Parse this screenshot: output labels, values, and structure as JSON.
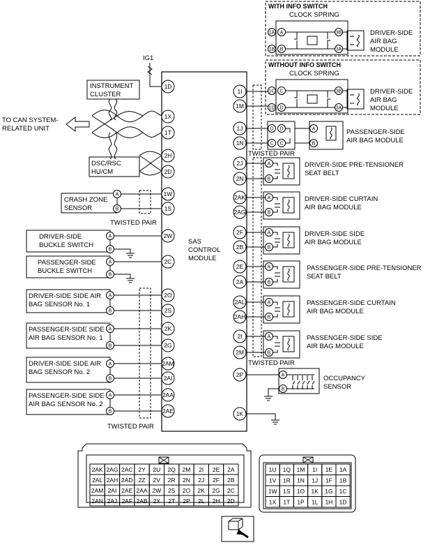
{
  "module": {
    "lines": [
      "SAS",
      "CONTROL",
      "MODULE"
    ]
  },
  "ig1": "IG1",
  "can_unit": {
    "lines": [
      "TO CAN SYSTEM-",
      "RELATED UNIT"
    ]
  },
  "instrument_cluster": {
    "lines": [
      "INSTRUMENT",
      "CLUSTER"
    ]
  },
  "dsc": {
    "lines": [
      "DSC/RSC",
      "HU/CM"
    ]
  },
  "twisted_pair": "TWISTED PAIR",
  "left_pins": [
    "1D",
    "1X",
    "1T",
    "2H",
    "2D",
    "1W",
    "1S",
    "2W",
    "2C",
    "2O",
    "2S",
    "2K",
    "2G",
    "2AM",
    "2AI",
    "2AA",
    "2AE"
  ],
  "right_pins": [
    "1I",
    "1M",
    "1J",
    "1N",
    "2J",
    "2N",
    "2AK",
    "2AG",
    "2F",
    "2B",
    "2E",
    "2A",
    "2AL",
    "2AH",
    "2I",
    "2M",
    "2P",
    "1K"
  ],
  "left_components": [
    {
      "lines": [
        "CRASH ZONE",
        "SENSOR"
      ]
    },
    {
      "lines": [
        "DRIVER-SIDE",
        "BUCKLE SWITCH"
      ]
    },
    {
      "lines": [
        "PASSENGER-SIDE",
        "BUCKLE SWITCH"
      ]
    },
    {
      "lines": [
        "DRIVER-SIDE SIDE AIR",
        "BAG SENSOR No. 1"
      ]
    },
    {
      "lines": [
        "PASSENGER-SIDE SIDE",
        "AIR BAG SENSOR No. 1"
      ]
    },
    {
      "lines": [
        "DRIVER-SIDE SIDE AIR",
        "BAG SENSOR No. 2"
      ]
    },
    {
      "lines": [
        "PASSENGER-SIDE SIDE",
        "AIR BAG SENSOR No. 2"
      ]
    }
  ],
  "with_info": {
    "title": "WITH INFO SWITCH",
    "clock_spring": "CLOCK SPRING",
    "module": [
      "DRIVER-SIDE",
      "AIR BAG",
      "MODULE"
    ],
    "pins_left_outer": [
      "1A",
      "1B"
    ],
    "pins_left_inner": [
      "A",
      "B"
    ],
    "pins_right": [
      "3B",
      "3A"
    ]
  },
  "without_info": {
    "title": "WITHOUT INFO SWITCH",
    "clock_spring": "CLOCK SPRING",
    "module": [
      "DRIVER-SIDE",
      "AIR BAG",
      "MODULE"
    ],
    "pins_left_outer": [
      "1C",
      "1D"
    ],
    "pins_left_inner": [
      "C",
      "D"
    ],
    "pins_right": [
      "3B",
      "3A"
    ]
  },
  "passenger_airbag": {
    "lines": [
      "PASSENGER-SIDE",
      "AIR BAG MODULE"
    ],
    "pins_conn_outer": [
      "D",
      "C"
    ],
    "pins_conn_inner": [
      "D",
      "C"
    ]
  },
  "right_components": [
    {
      "lines": [
        "DRIVER-SIDE PRE-TENSIONER",
        "SEAT BELT"
      ]
    },
    {
      "lines": [
        "DRIVER-SIDE CURTAIN",
        "AIR BAG MODULE"
      ]
    },
    {
      "lines": [
        "DRIVER-SIDE SIDE",
        "AIR BAG MODULE"
      ]
    },
    {
      "lines": [
        "PASSENGER-SIDE PRE-TENSIONER",
        "SEAT BELT"
      ]
    },
    {
      "lines": [
        "PASSENGER-SIDE CURTAIN",
        "AIR BAG MODULE"
      ]
    },
    {
      "lines": [
        "PASSENGER-SIDE SIDE",
        "AIR BAG MODULE"
      ]
    }
  ],
  "occupancy": {
    "lines": [
      "OCCUPANCY",
      "SENSOR"
    ]
  },
  "pin_a": "A",
  "pin_b": "B",
  "connector_2": [
    [
      "2AK",
      "2AG",
      "2AC",
      "2Y",
      "2U",
      "2Q",
      "2M",
      "2I",
      "2E",
      "2A"
    ],
    [
      "2AL",
      "2AH",
      "2AD",
      "2Z",
      "2V",
      "2R",
      "2N",
      "2J",
      "2F",
      "2B"
    ],
    [
      "2AM",
      "2AI",
      "2AE",
      "2AA",
      "2W",
      "2S",
      "2O",
      "2K",
      "2G",
      "2C"
    ],
    [
      "2AN",
      "2AJ",
      "2AF",
      "2AB",
      "2X",
      "2T",
      "2P",
      "2L",
      "2H",
      "2D"
    ]
  ],
  "connector_1": [
    [
      "1U",
      "1Q",
      "1M",
      "1I",
      "1E",
      "1A"
    ],
    [
      "1V",
      "1R",
      "1N",
      "1J",
      "1F",
      "1B"
    ],
    [
      "1W",
      "1S",
      "1O",
      "1K",
      "1G",
      "1C"
    ],
    [
      "1X",
      "1T",
      "1P",
      "1L",
      "1H",
      "1D"
    ]
  ]
}
